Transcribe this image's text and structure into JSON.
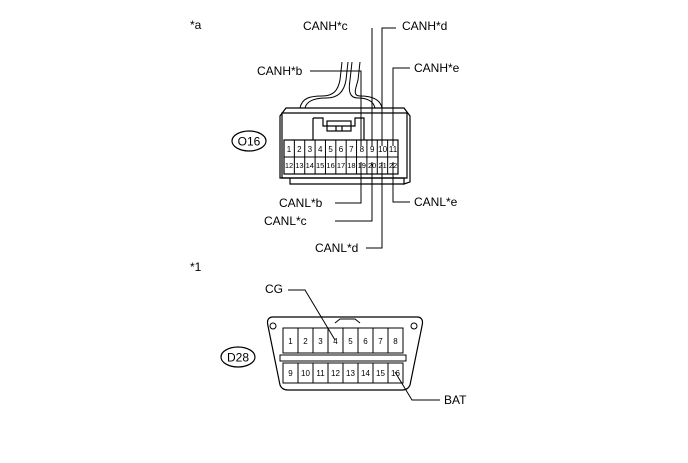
{
  "connector1": {
    "ref_mark": "*a",
    "id": "O16",
    "top_row_pins": [
      "1",
      "2",
      "3",
      "4",
      "5",
      "6",
      "7",
      "8",
      "9",
      "10",
      "11"
    ],
    "bottom_row_pins": [
      "12",
      "13",
      "14",
      "15",
      "16",
      "17",
      "18",
      "19",
      "20",
      "21",
      "22"
    ],
    "labels": {
      "canh_b": "CANH*b",
      "canh_c": "CANH*c",
      "canh_d": "CANH*d",
      "canh_e": "CANH*e",
      "canl_b": "CANL*b",
      "canl_c": "CANL*c",
      "canl_d": "CANL*d",
      "canl_e": "CANL*e"
    }
  },
  "connector2": {
    "ref_mark": "*1",
    "id": "D28",
    "top_row_pins": [
      "1",
      "2",
      "3",
      "4",
      "5",
      "6",
      "7",
      "8"
    ],
    "bottom_row_pins": [
      "9",
      "10",
      "11",
      "12",
      "13",
      "14",
      "15",
      "16"
    ],
    "labels": {
      "cg": "CG",
      "bat": "BAT"
    }
  }
}
